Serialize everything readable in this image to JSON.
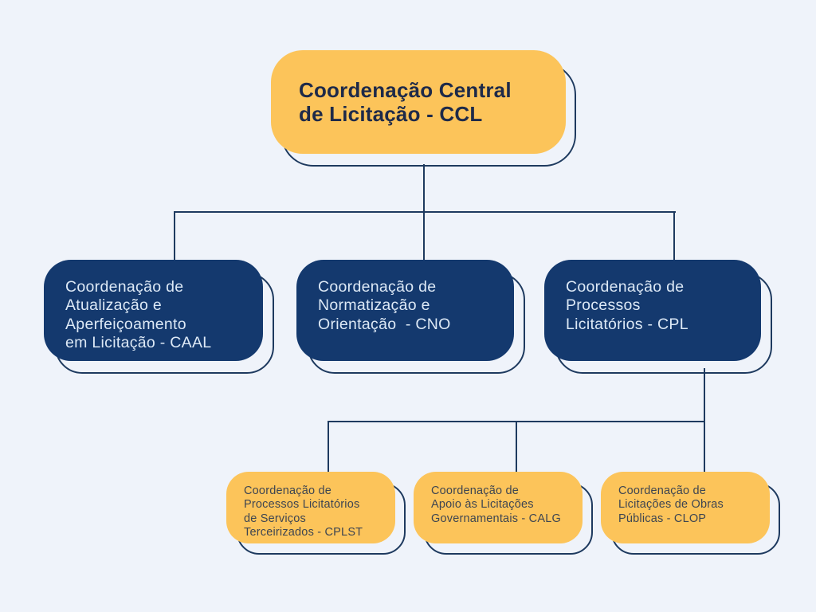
{
  "colors": {
    "background": "#eff3fa",
    "line": "#1e3a5f",
    "node_yellow": "#fcc45a",
    "node_navy": "#14396e",
    "title_text": "#1e2a49",
    "level2_text": "#dde9f6",
    "level3_text": "#3e4551"
  },
  "nodes": {
    "root": {
      "label": "Coordenação Central\nde Licitação - CCL"
    },
    "level2": [
      {
        "label": "Coordenação de\nAtualização e\nAperfeiçoamento\nem Licitação - CAAL"
      },
      {
        "label": "Coordenação de\nNormatização e\nOrientação  - CNO"
      },
      {
        "label": "Coordenação de\nProcessos\nLicitatórios - CPL"
      }
    ],
    "level3": [
      {
        "label": "Coordenação de\nProcessos Licitatórios\nde Serviços\nTerceirizados - CPLST"
      },
      {
        "label": "Coordenação de\nApoio às Licitações\nGovernamentais - CALG"
      },
      {
        "label": "Coordenação de\nLicitações de Obras\nPúblicas - CLOP"
      }
    ]
  }
}
